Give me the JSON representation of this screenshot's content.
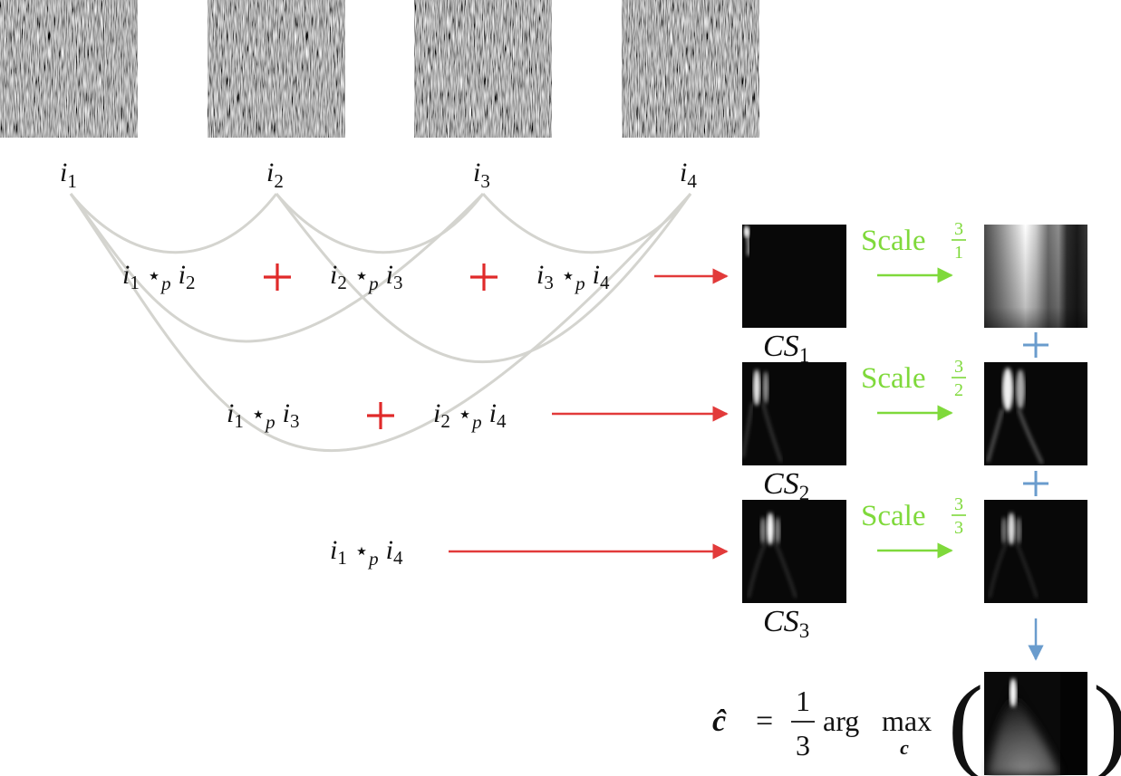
{
  "colors": {
    "curve": "#d4d4cf",
    "red_arrow": "#e23a3a",
    "green": "#7fd93b",
    "blue": "#6a9ccd"
  },
  "inputs": [
    {
      "var": "i",
      "sub": "1"
    },
    {
      "var": "i",
      "sub": "2"
    },
    {
      "var": "i",
      "sub": "3"
    },
    {
      "var": "i",
      "sub": "4"
    }
  ],
  "star": "⋆",
  "star_sub": "p",
  "rows": [
    {
      "pairs": [
        [
          "1",
          "2"
        ],
        [
          "2",
          "3"
        ],
        [
          "3",
          "4"
        ]
      ],
      "cs_var": "CS",
      "cs_sub": "1",
      "scale_word": "Scale",
      "scale_num": "3",
      "scale_den": "1"
    },
    {
      "pairs": [
        [
          "1",
          "3"
        ],
        [
          "2",
          "4"
        ]
      ],
      "cs_var": "CS",
      "cs_sub": "2",
      "scale_word": "Scale",
      "scale_num": "3",
      "scale_den": "2"
    },
    {
      "pairs": [
        [
          "1",
          "4"
        ]
      ],
      "cs_var": "CS",
      "cs_sub": "3",
      "scale_word": "Scale",
      "scale_num": "3",
      "scale_den": "3"
    }
  ],
  "formula": {
    "lhs": "ĉ",
    "equals": "=",
    "frac_num": "1",
    "frac_den": "3",
    "arg": "arg",
    "max": "max",
    "max_sub": "c",
    "lparen": "(",
    "rparen": ")"
  }
}
